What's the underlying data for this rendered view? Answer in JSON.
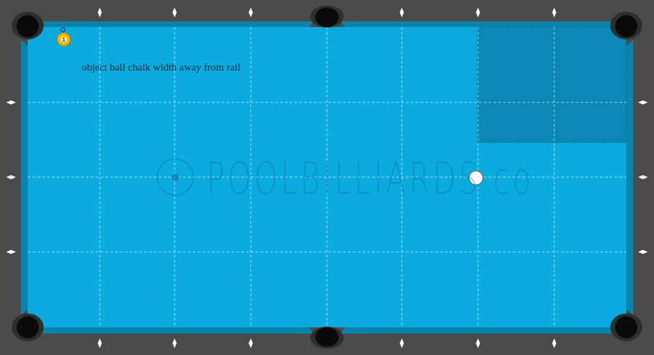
{
  "annotation": {
    "text": "object ball chalk width away from rail"
  },
  "watermark": {
    "text": "POOLBILLIARDS.co"
  },
  "balls": [
    {
      "name": "object-ball-1",
      "number": "1",
      "color": "#f5b400"
    },
    {
      "name": "cue-ball",
      "number": "",
      "color": "#ffffff"
    }
  ],
  "colors": {
    "rail": "#4a4a4a",
    "cloth": "#0cabdf",
    "cushion": "#0a84ad",
    "pocket": "#0a0a0a",
    "kitchen_zone": "#0b88b5",
    "diamond": "#ffffff"
  }
}
